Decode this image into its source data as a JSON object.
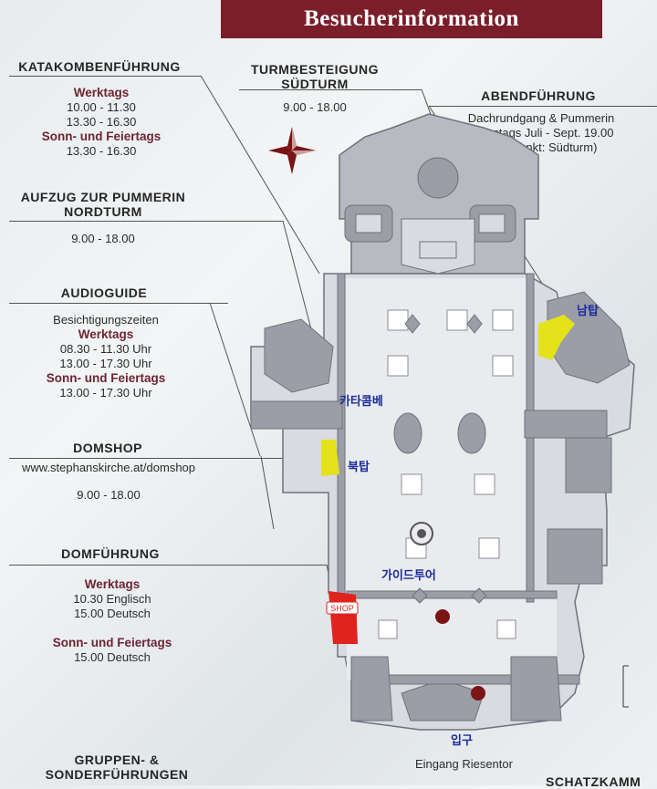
{
  "banner": {
    "title": "Besucherinformation"
  },
  "katakomben": {
    "heading": "KATAKOMBENFÜHRUNG",
    "werktags_label": "Werktags",
    "times": [
      "10.00 - 11.30",
      "13.30 - 16.30"
    ],
    "sonn_label": "Sonn- und Feiertags",
    "sonn_time": "13.30 - 16.30"
  },
  "aufzug": {
    "heading1": "AUFZUG ZUR PUMMERIN",
    "heading2": "NORDTURM",
    "time": "9.00 - 18.00"
  },
  "audioguide": {
    "heading": "AUDIOGUIDE",
    "intro": "Besichtigungszeiten",
    "werktags_label": "Werktags",
    "times": [
      "08.30 - 11.30 Uhr",
      "13.00 - 17.30 Uhr"
    ],
    "sonn_label": "Sonn- und Feiertags",
    "sonn_time": "13.00 - 17.30 Uhr"
  },
  "domshop": {
    "heading": "DOMSHOP",
    "url": "www.stephanskirche.at/domshop",
    "time": "9.00 - 18.00"
  },
  "domfuehrung": {
    "heading": "DOMFÜHRUNG",
    "werktags_label": "Werktags",
    "werktags_lines": [
      "10.30 Englisch",
      "15.00 Deutsch"
    ],
    "sonn_label": "Sonn- und Feiertags",
    "sonn_line": "15.00 Deutsch"
  },
  "gruppen": {
    "heading1": "GRUPPEN- &",
    "heading2": "SONDERFÜHRUNGEN"
  },
  "turm": {
    "heading1": "TURMBESTEIGUNG",
    "heading2": "SÜDTURM",
    "time": "9.00 - 18.00"
  },
  "abend": {
    "heading": "ABENDFÜHRUNG",
    "lines": [
      "Dachrundgang & Pummerin",
      "Samstags Juli - Sept. 19.00",
      "(Treffpunkt: Südturm)"
    ]
  },
  "map": {
    "shop_label": "SHOP",
    "entrance": "Eingang Riesentor",
    "schatzkammer": "SCHATZKAMM",
    "korean": {
      "south_tower": "남탑",
      "catacombs": "카타콤베",
      "north_tower": "북탑",
      "guided_tour": "가이드투어",
      "entrance": "입구"
    }
  },
  "colors": {
    "banner": "#7a1e2a",
    "accent_text": "#6e2433",
    "plan": "#9a9ca6",
    "highlight_yellow": "#e4e21a",
    "shop_red": "#e0231c",
    "marker": "#7b1414"
  }
}
